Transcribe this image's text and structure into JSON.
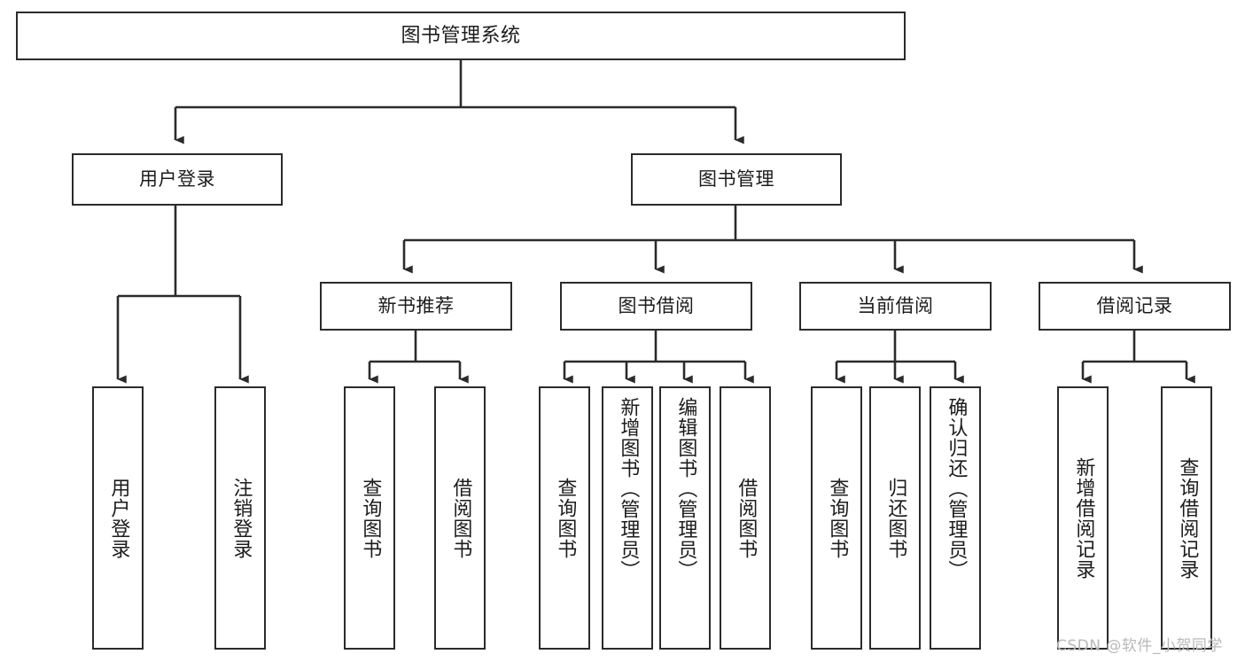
{
  "diagram": {
    "title": "图书管理系统",
    "type": "tree",
    "stroke_color": "#2b2b2b",
    "fill_color": "#ffffff",
    "text_color": "#1c1c1c",
    "nodes": {
      "root": {
        "label": "图书管理系统"
      },
      "level2": [
        {
          "id": "user-login",
          "label": "用户登录"
        },
        {
          "id": "book-management",
          "label": "图书管理"
        }
      ],
      "level3": [
        {
          "id": "new-book-recommend",
          "label": "新书推荐"
        },
        {
          "id": "book-borrow",
          "label": "图书借阅"
        },
        {
          "id": "current-borrow",
          "label": "当前借阅"
        },
        {
          "id": "borrow-record",
          "label": "借阅记录"
        }
      ],
      "leaves": [
        {
          "id": "leaf-user-login",
          "label": "用户登录",
          "parent": "user-login"
        },
        {
          "id": "leaf-logout",
          "label": "注销登录",
          "parent": "user-login"
        },
        {
          "id": "leaf-query-book-1",
          "label": "查询图书",
          "parent": "new-book-recommend"
        },
        {
          "id": "leaf-borrow-book-1",
          "label": "借阅图书",
          "parent": "new-book-recommend"
        },
        {
          "id": "leaf-query-book-2",
          "label": "查询图书",
          "parent": "book-borrow"
        },
        {
          "id": "leaf-add-book",
          "label": "新增图书（管理员）",
          "parent": "book-borrow"
        },
        {
          "id": "leaf-edit-book",
          "label": "编辑图书（管理员）",
          "parent": "book-borrow"
        },
        {
          "id": "leaf-borrow-book-2",
          "label": "借阅图书",
          "parent": "book-borrow"
        },
        {
          "id": "leaf-query-book-3",
          "label": "查询图书",
          "parent": "current-borrow"
        },
        {
          "id": "leaf-return-book",
          "label": "归还图书",
          "parent": "current-borrow"
        },
        {
          "id": "leaf-confirm-return",
          "label": "确认归还（管理员）",
          "parent": "current-borrow"
        },
        {
          "id": "leaf-add-record",
          "label": "新增借阅记录",
          "parent": "borrow-record"
        },
        {
          "id": "leaf-query-record",
          "label": "查询借阅记录",
          "parent": "borrow-record"
        }
      ]
    }
  },
  "watermark": {
    "text": "CSDN @软件_小贺同学"
  }
}
